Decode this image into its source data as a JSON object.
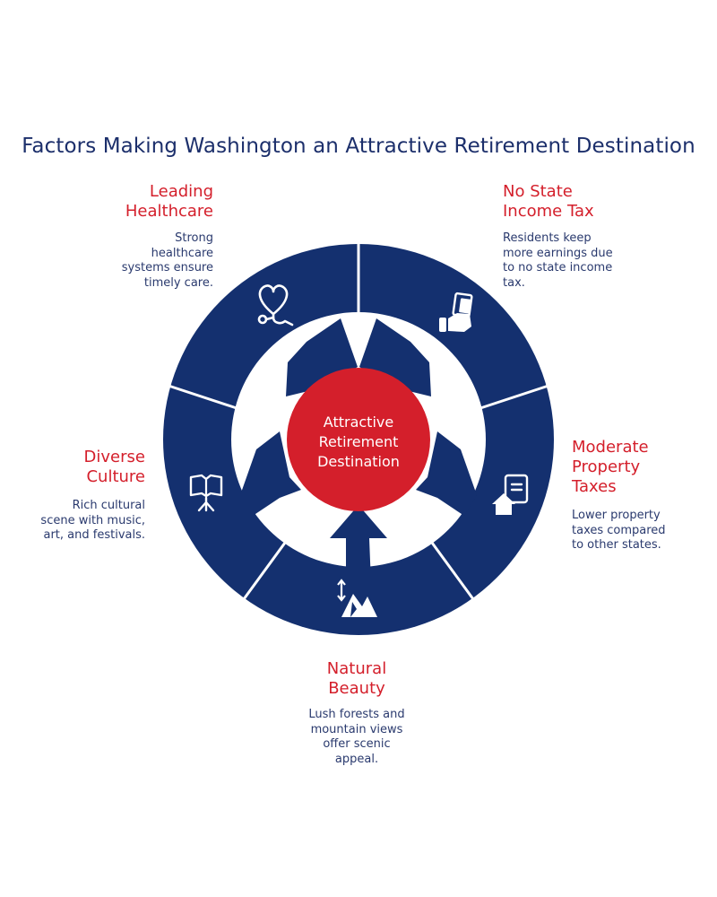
{
  "title": "Factors Making Washington an Attractive Retirement Destination",
  "center": [
    "Attractive",
    "Retirement",
    "Destination"
  ],
  "colors": {
    "ring": "#14306f",
    "center": "#d41f2b",
    "accent_text": "#d41f2b",
    "body_text": "#2a3a6e"
  },
  "factors": [
    {
      "heading": [
        "Leading",
        "Healthcare"
      ],
      "description": [
        "Strong",
        "healthcare",
        "systems ensure",
        "timely care."
      ],
      "icon": "heart-stethoscope-icon"
    },
    {
      "heading": [
        "No State",
        "Income Tax"
      ],
      "description": [
        "Residents keep",
        "more earnings due",
        "to no state income",
        "tax."
      ],
      "icon": "hand-money-icon"
    },
    {
      "heading": [
        "Moderate",
        "Property",
        "Taxes"
      ],
      "description": [
        "Lower property",
        "taxes compared",
        "to other states."
      ],
      "icon": "house-document-icon"
    },
    {
      "heading": [
        "Natural",
        "Beauty"
      ],
      "description": [
        "Lush forests and",
        "mountain views",
        "offer scenic",
        "appeal."
      ],
      "icon": "mountains-icon"
    },
    {
      "heading": [
        "Diverse",
        "Culture"
      ],
      "description": [
        "Rich cultural",
        "scene with music,",
        "art, and festivals."
      ],
      "icon": "book-easel-icon"
    }
  ]
}
